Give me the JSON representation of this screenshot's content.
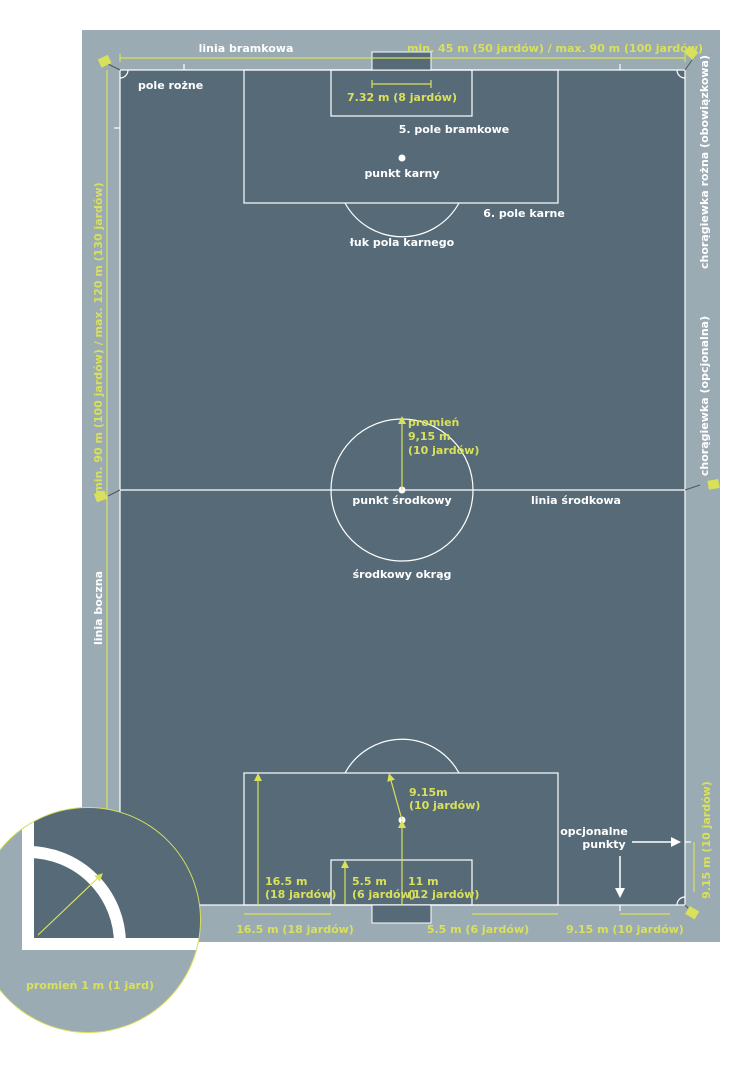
{
  "colors": {
    "border": "#9aabb4",
    "field": "#566b77",
    "lines": "#ffffff",
    "accent": "#d9e15a"
  },
  "labels": {
    "goal_line": "linia bramkowa",
    "width_range": "min. 45 m (50 jardów) / max. 90 m (100 jardów)",
    "corner_area": "pole rożne",
    "goal_width": "7.32 m (8 jardów)",
    "goal_area": "5. pole bramkowe",
    "penalty_mark": "punkt karny",
    "penalty_area": "6. pole karne",
    "penalty_arc": "łuk pola karnego",
    "length_range": "min. 90 m (100 jardów) / max. 120 m (130 jardów)",
    "corner_flag": "chorągiewka rożna (obowiązkowa)",
    "optional_flag": "chorągiewka (opcjonalna)",
    "radius_line1": "promień",
    "radius_line2": "9,15 m",
    "radius_line3": "(10 jardów)",
    "center_spot": "punkt środkowy",
    "halfway_line": "linia środkowa",
    "center_circle": "środkowy okrąg",
    "touch_line": "linia boczna",
    "pen_dist_line1": "9.15m",
    "pen_dist_line2": "(10 jardów)",
    "optional_points_line1": "opcjonalne",
    "optional_points_line2": "punkty",
    "pa_depth_line1": "16.5 m",
    "pa_depth_line2": "(18 jardów)",
    "ga_depth_line1": "5.5 m",
    "ga_depth_line2": "(6 jardów)",
    "spot_dist_line1": "11 m",
    "spot_dist_line2": "(12 jardów)",
    "side_915": "9.15 m (10 jardów)",
    "bottom_165": "16.5 m (18 jardów)",
    "bottom_55": "5.5 m (6 jardów)",
    "bottom_915": "9.15 m (10 jardów)",
    "corner_radius": "promień 1 m (1 jard)"
  }
}
